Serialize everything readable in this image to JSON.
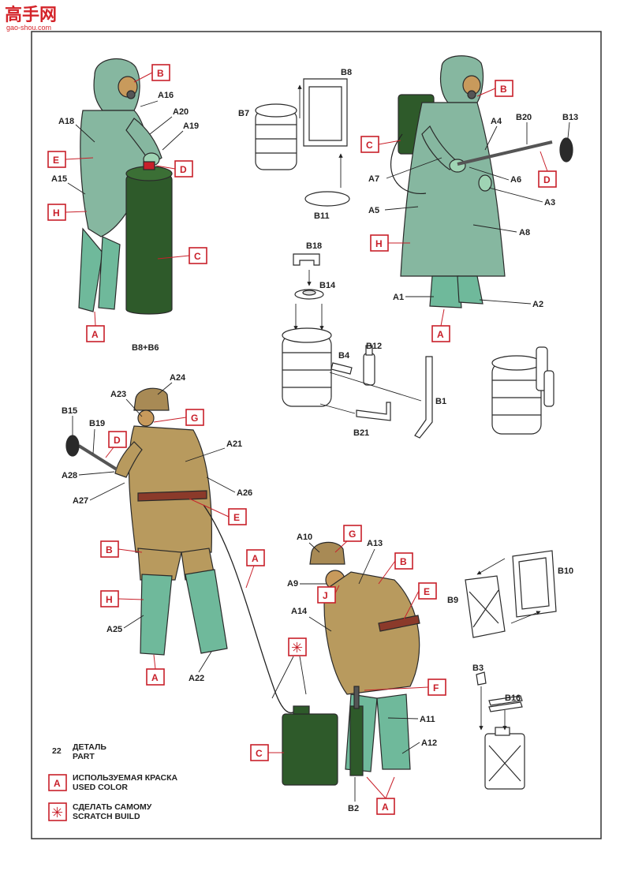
{
  "watermark": {
    "brand": "高手网",
    "url": "gao-shou.com"
  },
  "colors": {
    "suit": "#86b7a0",
    "suit_light": "#9ccab3",
    "boot": "#6fb99b",
    "tunic": "#b89a5e",
    "cap": "#a88a55",
    "tank": "#2e5a2a",
    "belt": "#8b3a2a",
    "accent_red": "#c8202a",
    "outline": "#2a2a2a"
  },
  "labels": {
    "B8": "B8",
    "B7": "B7",
    "B11": "B11",
    "B18": "B18",
    "B14": "B14",
    "B4": "B4",
    "B12": "B12",
    "B1": "B1",
    "B21": "B21",
    "B20": "B20",
    "B13": "B13",
    "A18": "A18",
    "A16": "A16",
    "A20": "A20",
    "A19": "A19",
    "A15": "A15",
    "B8B6": "B8+B6",
    "A4": "A4",
    "A7": "A7",
    "A6": "A6",
    "A3": "A3",
    "A5": "A5",
    "A8": "A8",
    "A1": "A1",
    "A2": "A2",
    "A24": "A24",
    "A23": "A23",
    "B15": "B15",
    "B19": "B19",
    "A28": "A28",
    "A27": "A27",
    "A21": "A21",
    "A26": "A26",
    "A25": "A25",
    "A22": "A22",
    "A10": "A10",
    "A13": "A13",
    "A9": "A9",
    "A14": "A14",
    "A11": "A11",
    "A12": "A12",
    "B2": "B2",
    "B9": "B9",
    "B10": "B10",
    "B3": "B3",
    "B16": "B16"
  },
  "color_tags": {
    "t1": "B",
    "t2": "E",
    "t3": "D",
    "t4": "H",
    "t5": "C",
    "t6": "A",
    "t7": "B",
    "t8": "C",
    "t9": "D",
    "t10": "H",
    "t11": "A",
    "t12": "G",
    "t13": "D",
    "t14": "E",
    "t15": "B",
    "t16": "H",
    "t17": "A",
    "t18": "A",
    "t19": "G",
    "t20": "B",
    "t21": "E",
    "t22": "J",
    "t23": "F",
    "t24": "C",
    "t25": "A"
  },
  "legend": {
    "part_number": "22",
    "part_ru": "ДЕТАЛЬ",
    "part_en": "PART",
    "color_letter": "A",
    "color_ru": "ИСПОЛЬЗУЕМАЯ КРАСКА",
    "color_en": "USED COLOR",
    "scratch_symbol": "✳",
    "scratch_ru": "СДЕЛАТЬ САМОМУ",
    "scratch_en": "SCRATCH BUILD"
  }
}
